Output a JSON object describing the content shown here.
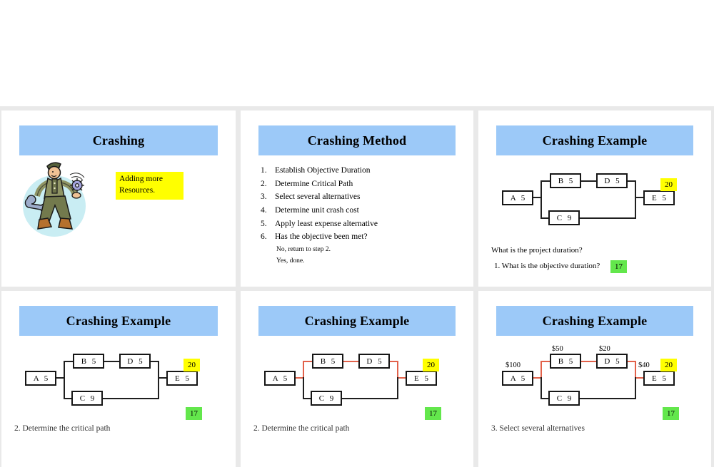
{
  "colors": {
    "gutter": "#e9e9e9",
    "title_bar_blue": "#9cc9f8",
    "highlight_yellow": "#ffff00",
    "badge_green": "#63e74c",
    "critical_path_red": "#e2614a"
  },
  "slides": [
    {
      "title": "Crashing",
      "image_icon": "worker-with-wrench-and-gear",
      "callout_line1": "Adding more",
      "callout_line2": "Resources."
    },
    {
      "title": "Crashing Method",
      "steps": [
        {
          "num": "1.",
          "text": "Establish Objective Duration"
        },
        {
          "num": "2.",
          "text": "Determine Critical Path"
        },
        {
          "num": "3.",
          "text": "Select several alternatives"
        },
        {
          "num": "4.",
          "text": "Determine unit crash cost"
        },
        {
          "num": "5.",
          "text": "Apply least expense alternative"
        },
        {
          "num": "6.",
          "text": "Has the objective been met?"
        }
      ],
      "substeps": [
        "No, return to step 2.",
        "Yes, done."
      ]
    },
    {
      "title": "Crashing Example",
      "nodes": {
        "a": "A 5",
        "b": "B 5",
        "c": "C 9",
        "d": "D 5",
        "e": "E 5"
      },
      "duration_badge": "20",
      "objective_badge": "17",
      "question1": "What is the project duration?",
      "question2": "1. What is the objective duration?"
    },
    {
      "title": "Crashing Example",
      "nodes": {
        "a": "A 5",
        "b": "B 5",
        "c": "C 9",
        "d": "D 5",
        "e": "E 5"
      },
      "duration_badge": "20",
      "objective_badge": "17",
      "question": "2. Determine the critical path"
    },
    {
      "title": "Crashing Example",
      "critical_path_highlighted": true,
      "nodes": {
        "a": "A 5",
        "b": "B 5",
        "c": "C 9",
        "d": "D 5",
        "e": "E 5"
      },
      "duration_badge": "20",
      "objective_badge": "17",
      "question": "2. Determine the critical path"
    },
    {
      "title": "Crashing Example",
      "critical_path_highlighted": true,
      "nodes": {
        "a": "A 5",
        "b": "B 5",
        "c": "C 9",
        "d": "D 5",
        "e": "E 5"
      },
      "costs": {
        "a": "$100",
        "b": "$50",
        "d": "$20",
        "e": "$40"
      },
      "duration_badge": "20",
      "objective_badge": "17",
      "question": "3. Select several alternatives"
    }
  ]
}
